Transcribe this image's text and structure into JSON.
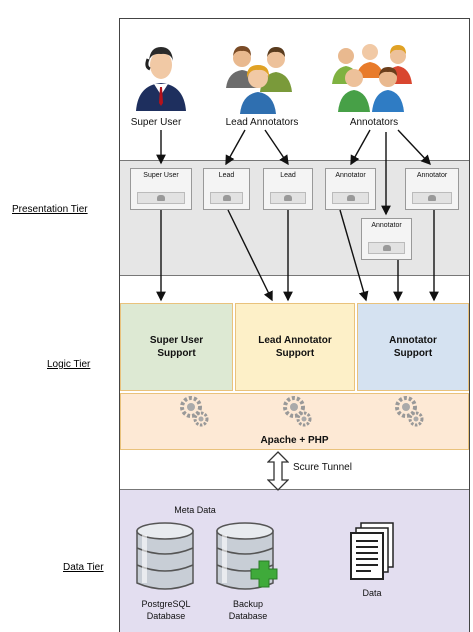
{
  "users": {
    "super_user": "Super User",
    "lead_annotators": "Lead Annotators",
    "annotators": "Annotators"
  },
  "tiers": {
    "presentation": "Presentation Tier",
    "logic": "Logic Tier",
    "data": "Data Tier"
  },
  "windows": {
    "super_user": "Super User",
    "lead_1": "Lead",
    "lead_2": "Lead",
    "annotator_1": "Annotator",
    "annotator_2": "Annotator",
    "annotator_3": "Annotator"
  },
  "logic": {
    "super_user_support": "Super User\nSupport",
    "lead_annotator_support": "Lead Annotator\nSupport",
    "annotator_support": "Annotator\nSupport",
    "server": "Apache + PHP"
  },
  "tunnel": "Scure Tunnel",
  "data": {
    "meta_data": "Meta Data",
    "postgres": "PostgreSQL\nDatabase",
    "backup": "Backup\nDatabase",
    "data": "Data"
  },
  "colors": {
    "presentation_bg": "#e6e6e6",
    "super_support_bg": "#dde9d3",
    "lead_support_bg": "#fdf0c8",
    "annotator_support_bg": "#d5e2f1",
    "server_bg": "#fde9d5",
    "data_bg": "#e3def0"
  }
}
